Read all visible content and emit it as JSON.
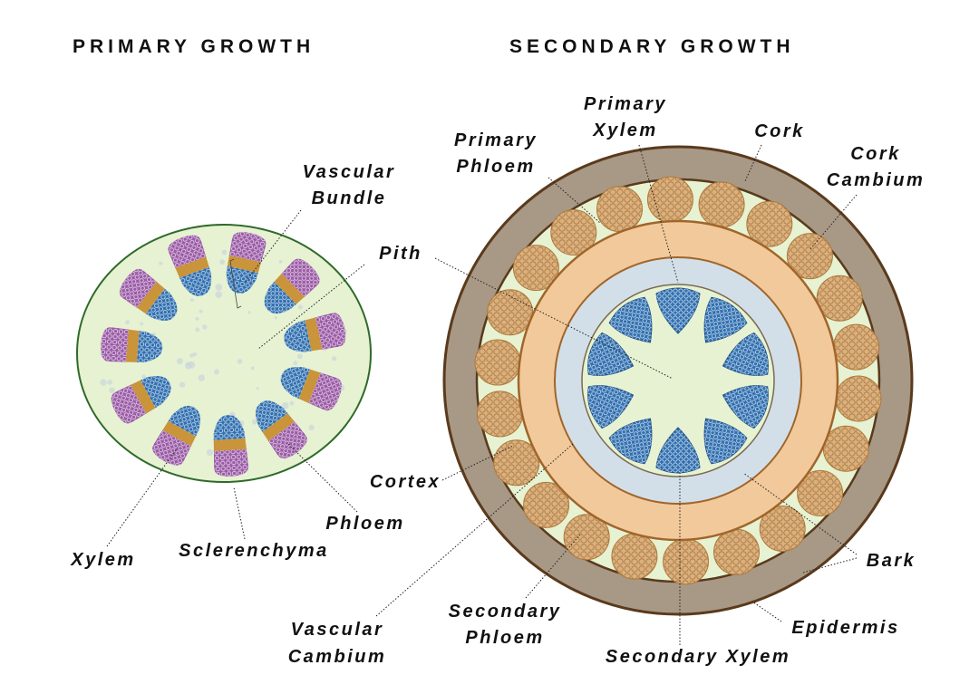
{
  "titles": {
    "primary": "PRIMARY GROWTH",
    "secondary": "SECONDARY GROWTH"
  },
  "primary_labels": {
    "vascular_bundle": [
      "Vascular",
      "Bundle"
    ],
    "pith": "Pith",
    "cortex": "Cortex",
    "phloem": "Phloem",
    "xylem": "Xylem",
    "sclerenchyma": "Sclerenchyma"
  },
  "secondary_labels": {
    "primary_xylem": [
      "Primary",
      "Xylem"
    ],
    "primary_phloem": [
      "Primary",
      "Phloem"
    ],
    "cork": "Cork",
    "cork_cambium": [
      "Cork",
      "Cambium"
    ],
    "bark": "Bark",
    "epidermis": "Epidermis",
    "secondary_phloem": [
      "Secondary",
      "Phloem"
    ],
    "vascular_cambium": [
      "Vascular",
      "Cambium"
    ],
    "secondary_xylem": "Secondary Xylem"
  },
  "structure": {
    "primary_bundle_count": 11,
    "secondary_xylem_wedge_count": 10,
    "cork_cambium_blob_count": 22
  },
  "colors": {
    "ground_tissue": "#e6f2d2",
    "primary_outline": "#2f6a2a",
    "phloem_purple": "#9a5aa6",
    "sclerenchyma_orange": "#c9943a",
    "xylem_blue": "#2f6fb0",
    "cork": "#a89886",
    "cork_outline": "#5a3a1c",
    "blob": "#d9b07e",
    "secondary_phloem": "#f2c99b",
    "secondary_xylem": "#d3dfe8"
  }
}
